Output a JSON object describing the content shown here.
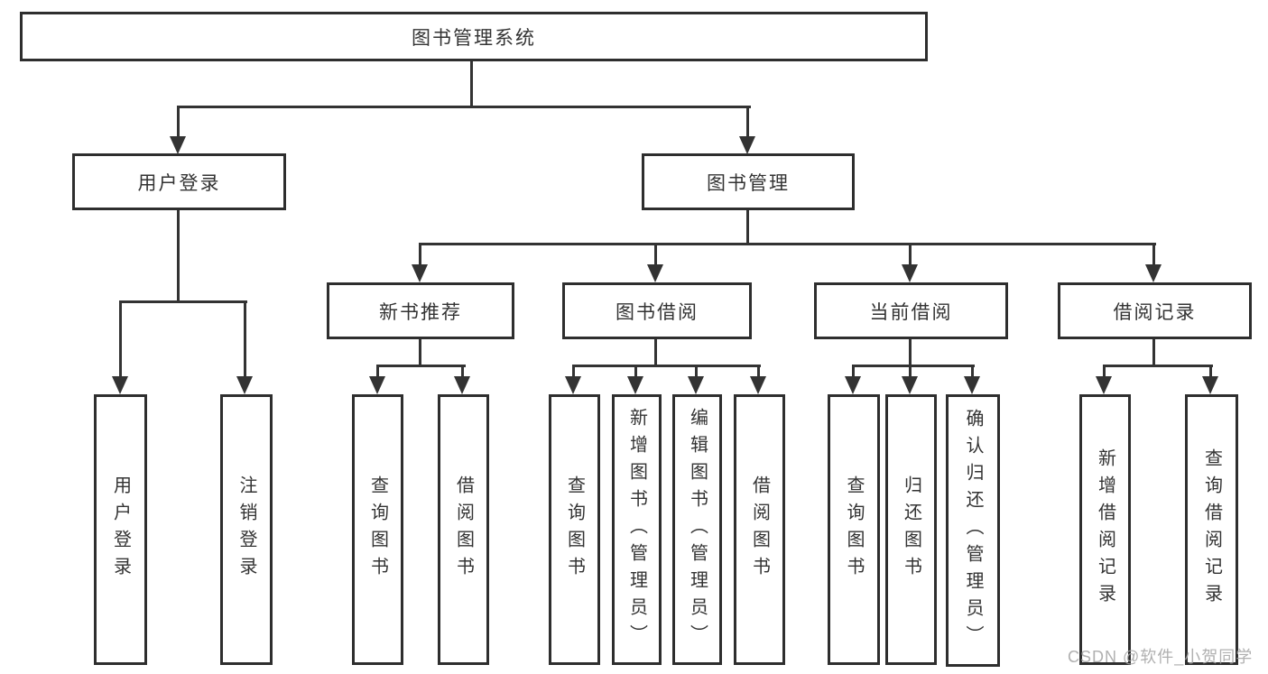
{
  "diagram": {
    "root": {
      "label": "图书管理系统",
      "children": [
        {
          "label": "用户登录",
          "children": [
            {
              "label": "用户登录"
            },
            {
              "label": "注销登录"
            }
          ]
        },
        {
          "label": "图书管理",
          "children": [
            {
              "label": "新书推荐",
              "children": [
                {
                  "label": "查询图书"
                },
                {
                  "label": "借阅图书"
                }
              ]
            },
            {
              "label": "图书借阅",
              "children": [
                {
                  "label": "查询图书"
                },
                {
                  "label": "新增图书（管理员）"
                },
                {
                  "label": "编辑图书（管理员）"
                },
                {
                  "label": "借阅图书"
                }
              ]
            },
            {
              "label": "当前借阅",
              "children": [
                {
                  "label": "查询图书"
                },
                {
                  "label": "归还图书"
                },
                {
                  "label": "确认归还（管理员）"
                }
              ]
            },
            {
              "label": "借阅记录",
              "children": [
                {
                  "label": "新增借阅记录"
                },
                {
                  "label": "查询借阅记录"
                }
              ]
            }
          ]
        }
      ]
    }
  },
  "watermark": "CSDN @软件_小贺同学",
  "colors": {
    "line": "#333333",
    "box_border": "#2e2e2e",
    "text": "#333333",
    "watermark": "#a5a5a5",
    "background": "#ffffff"
  }
}
